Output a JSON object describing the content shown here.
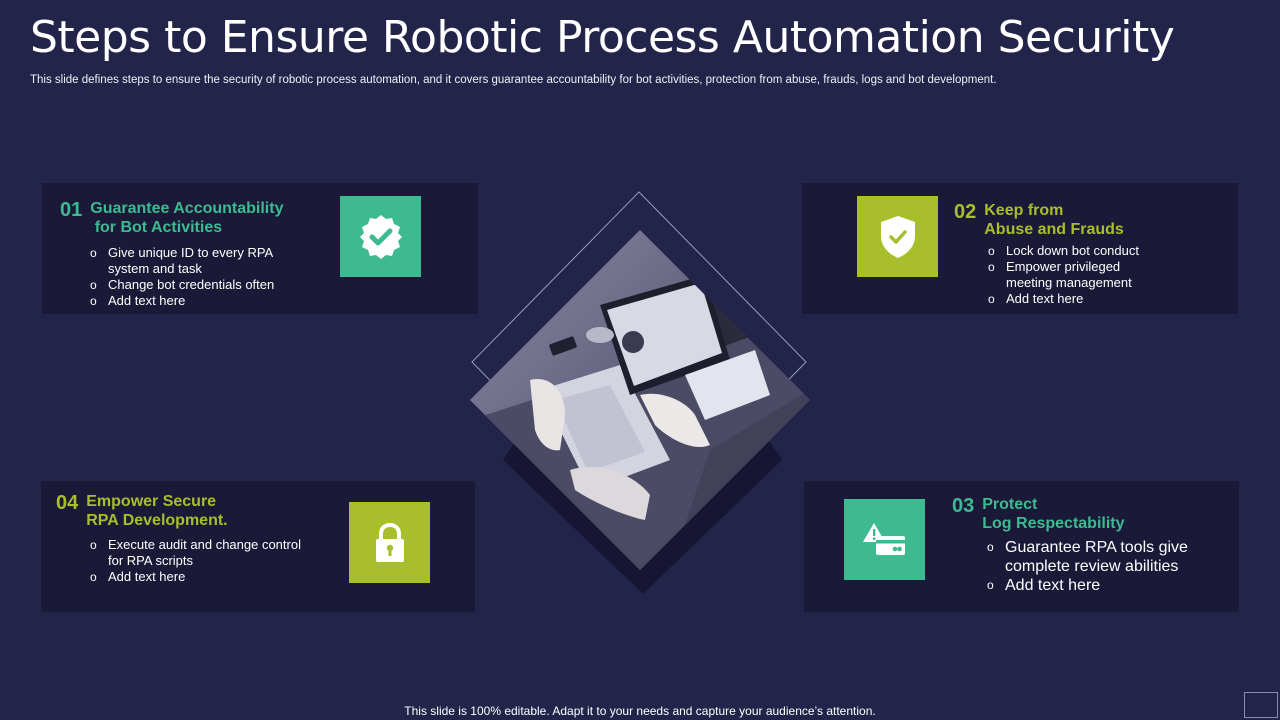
{
  "slide": {
    "title": "Steps to Ensure Robotic Process Automation Security",
    "subtitle": "This slide defines steps to ensure the security of robotic process automation, and it covers guarantee accountability for bot activities, protection from abuse, frauds, logs and bot development.",
    "footer": "This slide is 100% editable. Adapt it to your needs and capture your audience’s attention."
  },
  "colors": {
    "background": "#23244a",
    "card": "#1a1a38",
    "green": "#3dba8f",
    "lime": "#a9be2b"
  },
  "steps": [
    {
      "number": "01",
      "heading": "Guarantee Accountability\n for Bot Activities",
      "bullets": [
        "Give unique ID to every RPA\nsystem and task",
        "Change bot credentials often",
        "Add text here"
      ],
      "icon": "verified-badge-icon"
    },
    {
      "number": "02",
      "heading": "Keep from\nAbuse and Frauds",
      "bullets": [
        "Lock down bot conduct",
        "Empower privileged\nmeeting management",
        "Add text here"
      ],
      "icon": "shield-check-icon"
    },
    {
      "number": "03",
      "heading": "Protect\nLog Respectability",
      "bullets": [
        "Guarantee RPA tools give\ncomplete review abilities",
        "Add text here"
      ],
      "icon": "warning-card-icon"
    },
    {
      "number": "04",
      "heading": "Empower Secure\nRPA Development.",
      "bullets": [
        "Execute audit and change control\nfor RPA scripts",
        "Add text here"
      ],
      "icon": "padlock-icon"
    }
  ],
  "center_image": {
    "icon": "laptop-desk-photo"
  }
}
